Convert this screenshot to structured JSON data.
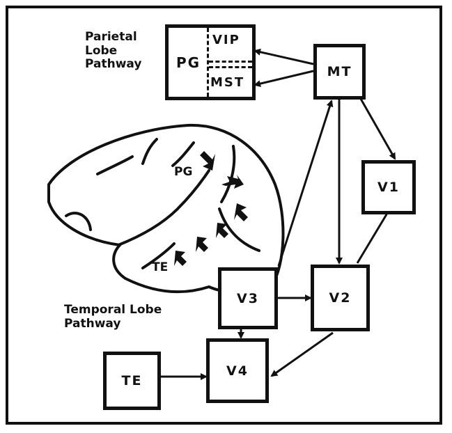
{
  "parietal_label": "Parietal\nLobe\nPathway",
  "temporal_label": "Temporal Lobe\nPathway",
  "pg_box": {
    "pg": "PG",
    "vip": "VIP",
    "mst": "MST"
  },
  "areas": {
    "mt": "MT",
    "v1": "V1",
    "v2": "V2",
    "v3": "V3",
    "v4": "V4",
    "te": "TE"
  },
  "brain_labels": {
    "pg": "PG",
    "te": "TE"
  },
  "colors": {
    "ink": "#111111",
    "background": "#ffffff"
  }
}
